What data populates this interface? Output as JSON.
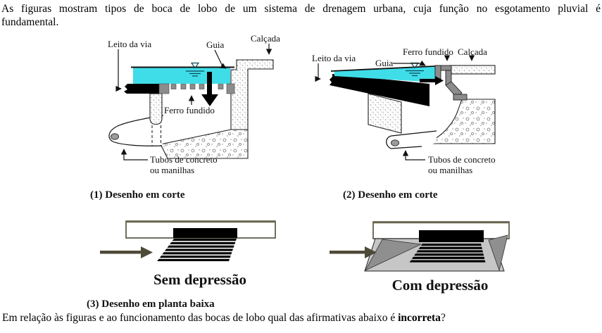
{
  "intro": {
    "line1": "As figuras mostram tipos de boca de lobo de um sistema de drenagem urbana, cuja função no esgotamento pluvial é",
    "line2": "fundamental."
  },
  "figure1": {
    "caption": "(1) Desenho em corte",
    "labels": {
      "leito_da_via": "Leito da via",
      "guia": "Guia",
      "calcada": "Calçada",
      "ferro_fundido": "Ferro fundido",
      "tubos_line1": "Tubos de concreto",
      "tubos_line2": "ou manilhas"
    }
  },
  "figure2": {
    "caption": "(2) Desenho em corte",
    "labels": {
      "leito_da_via": "Leito da via",
      "guia": "Guia",
      "calcada": "Calçada",
      "ferro_fundido": "Ferro fundido",
      "tubos_line1": "Tubos de concreto",
      "tubos_line2": "ou manilhas"
    }
  },
  "figure3": {
    "caption": "(3) Desenho em  planta baixa",
    "left_label": "Sem depressão",
    "right_label": "Com depressão"
  },
  "question": {
    "prefix": "Em relação às figuras e ao funcionamento das bocas de lobo qual das afirmativas abaixo é ",
    "emphasis": "incorreta",
    "suffix": "?"
  },
  "colors": {
    "water": "#3fdde8",
    "iron_gray": "#8c8c8c",
    "depression_light": "#c6c6c6",
    "depression_dark": "#8f8f8f",
    "arrow_olive": "#4e4a38",
    "border_olive": "#6b6750"
  }
}
